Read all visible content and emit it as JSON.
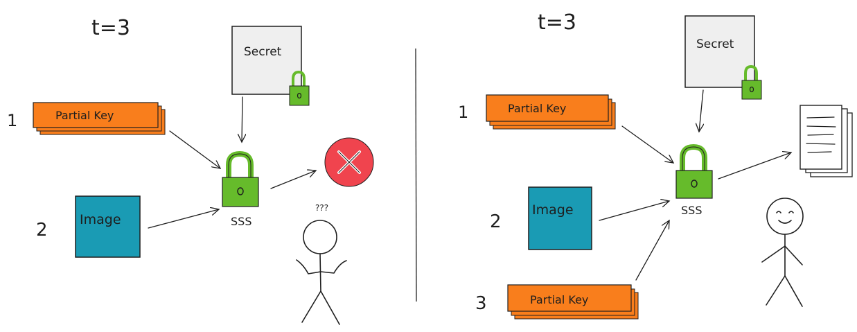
{
  "left_panel": {
    "title": "t=3",
    "secret_label": "Secret",
    "inputs": [
      {
        "number": "1",
        "label": "Partial Key"
      },
      {
        "number": "2",
        "label": "Image"
      }
    ],
    "combiner_label": "SSS",
    "person_caption": "???"
  },
  "right_panel": {
    "title": "t=3",
    "secret_label": "Secret",
    "inputs": [
      {
        "number": "1",
        "label": "Partial Key"
      },
      {
        "number": "2",
        "label": "Image"
      },
      {
        "number": "3",
        "label": "Partial Key"
      }
    ],
    "combiner_label": "SSS"
  },
  "colors": {
    "partial_key": "#f97e1c",
    "image": "#1a9bb4",
    "lock": "#66bb2b",
    "fail": "#f0444e",
    "secret": "#efefef",
    "ink": "#1e1e1e"
  }
}
